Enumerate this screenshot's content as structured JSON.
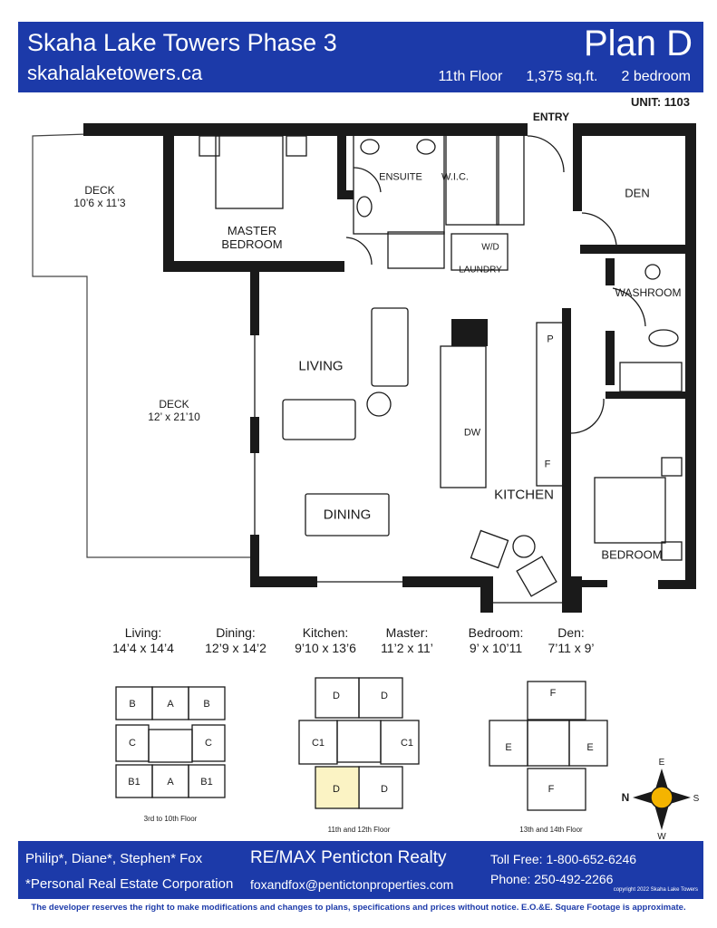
{
  "header": {
    "title": "Skaha Lake Towers Phase 3",
    "website": "skahalaketowers.ca",
    "plan": "Plan D",
    "floor": "11th Floor",
    "sqft": "1,375 sq.ft.",
    "bedrooms": "2 bedroom"
  },
  "unit": "UNIT: 1103",
  "rooms": {
    "entry": "ENTRY",
    "deck_upper": "DECK",
    "deck_upper_dims": "10’6 x 11’3",
    "master_line1": "MASTER",
    "master_line2": "BEDROOM",
    "ensuite": "ENSUITE",
    "wic": "W.I.C.",
    "den": "DEN",
    "wd": "W/D",
    "laundry": "LAUNDRY",
    "washroom": "WASHROOM",
    "living": "LIVING",
    "deck_lower": "DECK",
    "deck_lower_dims": "12’ x 21’10",
    "dw": "DW",
    "pantry": "P",
    "fridge": "F",
    "kitchen": "KITCHEN",
    "dining": "DINING",
    "bedroom": "BEDROOM"
  },
  "dimensions": [
    {
      "label": "Living:",
      "value": "14’4 x 14’4"
    },
    {
      "label": "Dining:",
      "value": "12’9 x 14’2"
    },
    {
      "label": "Kitchen:",
      "value": "9’10 x 13’6"
    },
    {
      "label": "Master:",
      "value": "11’2 x 11’"
    },
    {
      "label": "Bedroom:",
      "value": "9’ x 10’11"
    },
    {
      "label": "Den:",
      "value": "7’11 x 9’"
    }
  ],
  "keyplans": {
    "plan1": {
      "caption": "3rd to 10th Floor",
      "units": [
        "B",
        "A",
        "B",
        "C",
        "C",
        "B1",
        "A",
        "B1"
      ]
    },
    "plan2": {
      "caption": "11th and 12th Floor",
      "units": [
        "D",
        "D",
        "C1",
        "C1",
        "D",
        "D"
      ],
      "highlight_color": "#fbf3c4"
    },
    "plan3": {
      "caption": "13th and 14th Floor",
      "units": [
        "F",
        "E",
        "E",
        "F"
      ]
    }
  },
  "compass": {
    "n": "N",
    "s": "S",
    "e": "E",
    "w": "W",
    "fill_color": "#f4b400"
  },
  "footer": {
    "agents": "Philip*, Diane*, Stephen* Fox",
    "corp": "*Personal Real Estate Corporation",
    "brokerage": "RE/MAX Penticton Realty",
    "email": "foxandfox@pentictonproperties.com",
    "tollfree": "Toll Free: 1-800-652-6246",
    "phone": "Phone: 250-492-2266",
    "copyright": "copyright 2022 Skaha Lake Towers"
  },
  "disclaimer": "The developer reserves the  right to make modifications and changes to plans, specifications and prices without notice. E.O.&E. Square Footage is approximate.",
  "colors": {
    "brand_blue": "#1c3aa9",
    "wall": "#1a1a1a"
  }
}
